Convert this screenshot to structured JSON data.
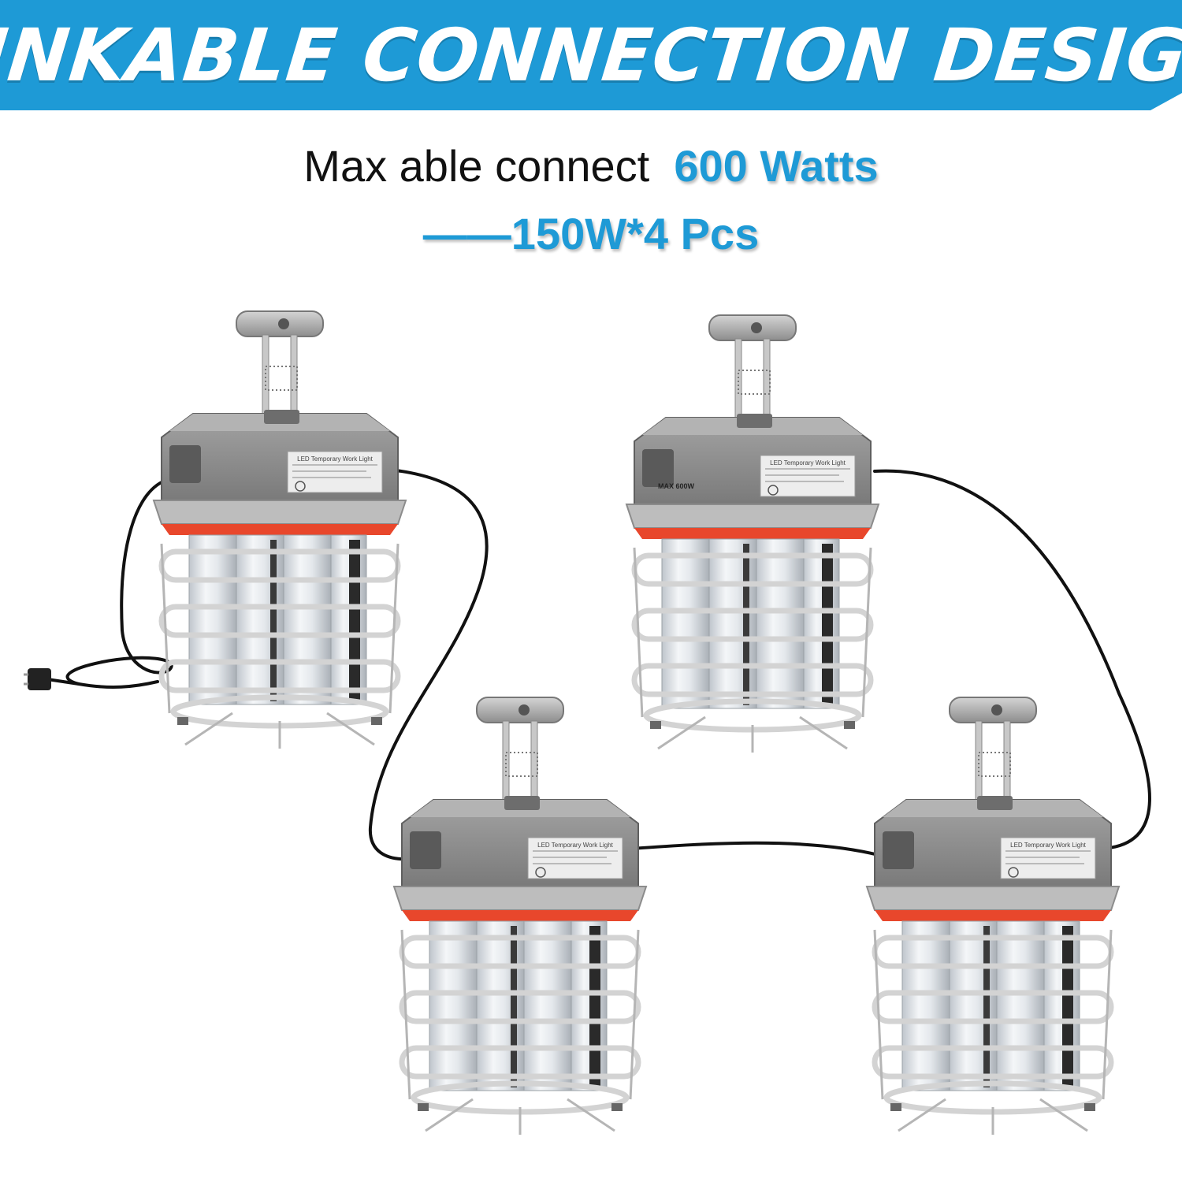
{
  "banner": {
    "title": "LINKABLE CONNECTION DESIGN",
    "color": "#1e9ad6"
  },
  "headline": {
    "prefix": "Max able connect",
    "highlight": "600 Watts",
    "detail": "——150W*4 Pcs"
  },
  "colors": {
    "accent": "#1e9ad6",
    "housing": "#8f8f8f",
    "housing_dark": "#6d6d6d",
    "ring": "#e8472c",
    "cage": "#d8d8d8",
    "cable": "#111111"
  },
  "lights": [
    {
      "name": "work-light-1",
      "label": "LED Temporary Work Light",
      "marking": ""
    },
    {
      "name": "work-light-2",
      "label": "LED Temporary Work Light",
      "marking": "MAX 600W"
    },
    {
      "name": "work-light-3",
      "label": "LED Temporary Work Light",
      "marking": ""
    },
    {
      "name": "work-light-4",
      "label": "LED Temporary Work Light",
      "marking": ""
    }
  ]
}
